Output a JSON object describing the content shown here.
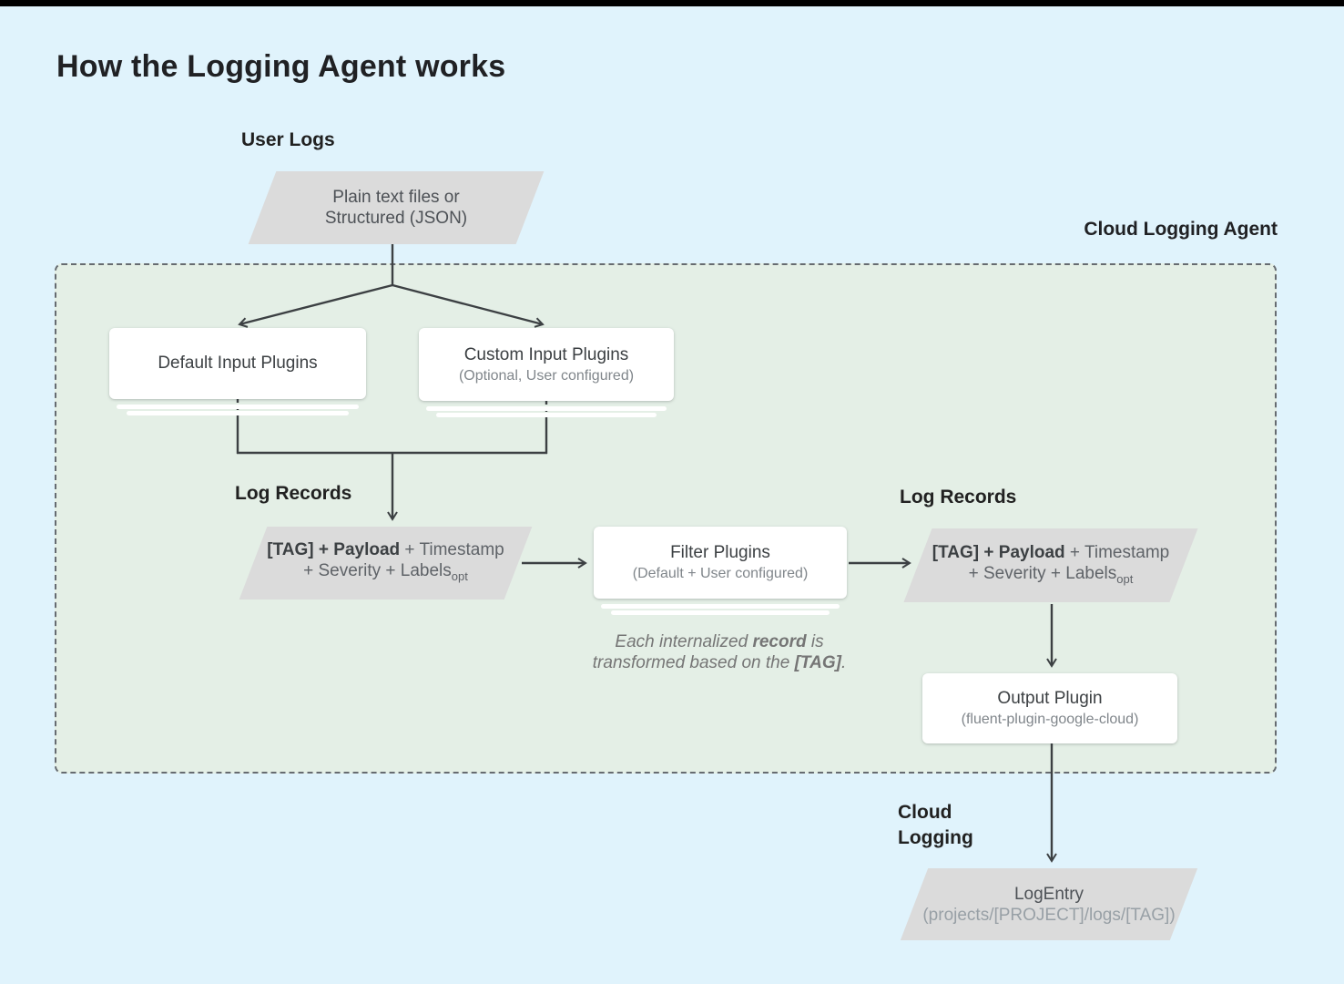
{
  "page": {
    "title": "How the Logging Agent works"
  },
  "labels": {
    "user_logs": "User Logs",
    "agent_container": "Cloud Logging Agent",
    "log_records_left": "Log Records",
    "log_records_right": "Log Records",
    "cloud_logging_line1": "Cloud",
    "cloud_logging_line2": "Logging"
  },
  "nodes": {
    "user_input": {
      "line1": "Plain text files or",
      "line2": "Structured (JSON)"
    },
    "default_input": {
      "title": "Default Input Plugins"
    },
    "custom_input": {
      "title": "Custom Input Plugins",
      "subtitle": "(Optional, User configured)"
    },
    "log_record_left": {
      "bold": "[TAG] + Payload",
      "rest": " + Timestamp",
      "line2": "+ Severity + Labels",
      "sub": "opt"
    },
    "filter": {
      "title": "Filter Plugins",
      "subtitle": "(Default + User configured)"
    },
    "log_record_right": {
      "bold": "[TAG] + Payload",
      "rest": " + Timestamp",
      "line2": "+ Severity + Labels",
      "sub": "opt"
    },
    "output": {
      "title": "Output Plugin",
      "subtitle": "(fluent-plugin-google-cloud)"
    },
    "log_entry": {
      "title": "LogEntry",
      "subtitle": "(projects/[PROJECT]/logs/[TAG])"
    }
  },
  "note": {
    "l1a": "Each internalized ",
    "l1b": "record",
    "l1c": " is",
    "l2a": "transformed based on the ",
    "l2b": "[TAG]",
    "l2c": "."
  },
  "colors": {
    "background": "#e0f3fc",
    "agent_fill": "#e4efe6",
    "agent_border": "#666b70",
    "parallelogram_fill": "#dbdbdb",
    "node_fill": "#ffffff",
    "wire": "#3c4043",
    "text_primary": "#202124",
    "text_secondary": "#80868b",
    "topbar": "#000000"
  }
}
